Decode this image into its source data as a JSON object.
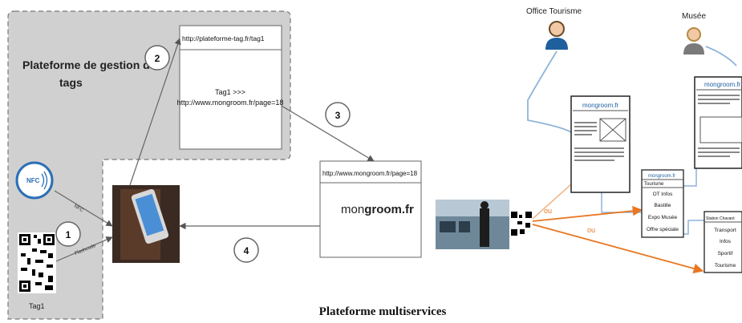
{
  "platform": {
    "title_line1": "Plateforme de gestion des",
    "title_line2": "tags",
    "tag_url": "http://plateforme-tag.fr/tag1",
    "redirect_line1": "Tag1 >>>",
    "redirect_line2": "http://www.mongroom.fr/page=18"
  },
  "target": {
    "url": "http://www.mongroom.fr/page=18",
    "logo_text_a": "mon",
    "logo_text_b": "groom.fr"
  },
  "tags": {
    "nfc_label": "NFC",
    "tag_label": "Tag1",
    "arrow_nfc": "NFC",
    "arrow_qr": "Flashcode"
  },
  "steps": [
    "1",
    "2",
    "3",
    "4"
  ],
  "right": {
    "office_label": "Office Tourisme",
    "musee_label": "Musée",
    "or1": "ou",
    "or2": "ou",
    "logo_small": "mongroom.fr",
    "menu1_header": "Tourisme",
    "menu1_items": [
      "OT Infos",
      "Bastille",
      "Expo Musée",
      "Offre spéciale"
    ],
    "menu2_header": "Station Chavant",
    "menu2_items": [
      "Transport",
      "Infos",
      "Sportif",
      "Tourisme"
    ]
  },
  "caption": "Plateforme multiservices",
  "colors": {
    "orange": "#e87722",
    "blue": "#8fb4d8",
    "gray_panel": "#d0d0d0"
  }
}
